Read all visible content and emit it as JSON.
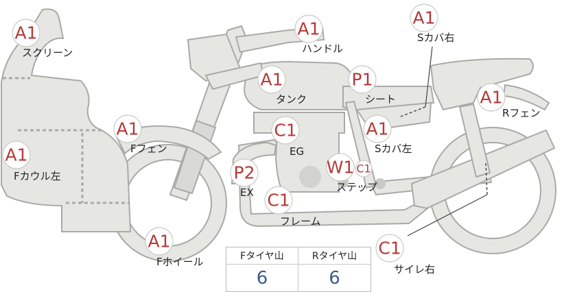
{
  "parts": {
    "screen": {
      "code": "A1",
      "label": "スクリーン"
    },
    "handle": {
      "code": "A1",
      "label": "ハンドル"
    },
    "s_cover_r": {
      "code": "A1",
      "label": "Sカバ右"
    },
    "tank": {
      "code": "A1",
      "label": "タンク"
    },
    "seat": {
      "code": "P1",
      "label": "シート"
    },
    "r_fender": {
      "code": "A1",
      "label": "Rフェン"
    },
    "f_fender": {
      "code": "A1",
      "label": "Fフェン"
    },
    "engine": {
      "code": "C1",
      "label": "EG"
    },
    "s_cover_l": {
      "code": "A1",
      "label": "Sカバ左"
    },
    "f_cowl_l": {
      "code": "A1",
      "label": "Fカウル左"
    },
    "exhaust": {
      "code": "P2",
      "label": "EX"
    },
    "step": {
      "code": "W1",
      "code2": "C1",
      "label": "ステップ"
    },
    "frame": {
      "code": "C1",
      "label": "フレーム"
    },
    "f_wheel": {
      "code": "A1",
      "label": "Fホイール"
    },
    "silencer_r": {
      "code": "C1",
      "label": "サイレ右"
    }
  },
  "tread": {
    "front_label": "Fタイヤ山",
    "rear_label": "Rタイヤ山",
    "front_value": "6",
    "rear_value": "6"
  }
}
